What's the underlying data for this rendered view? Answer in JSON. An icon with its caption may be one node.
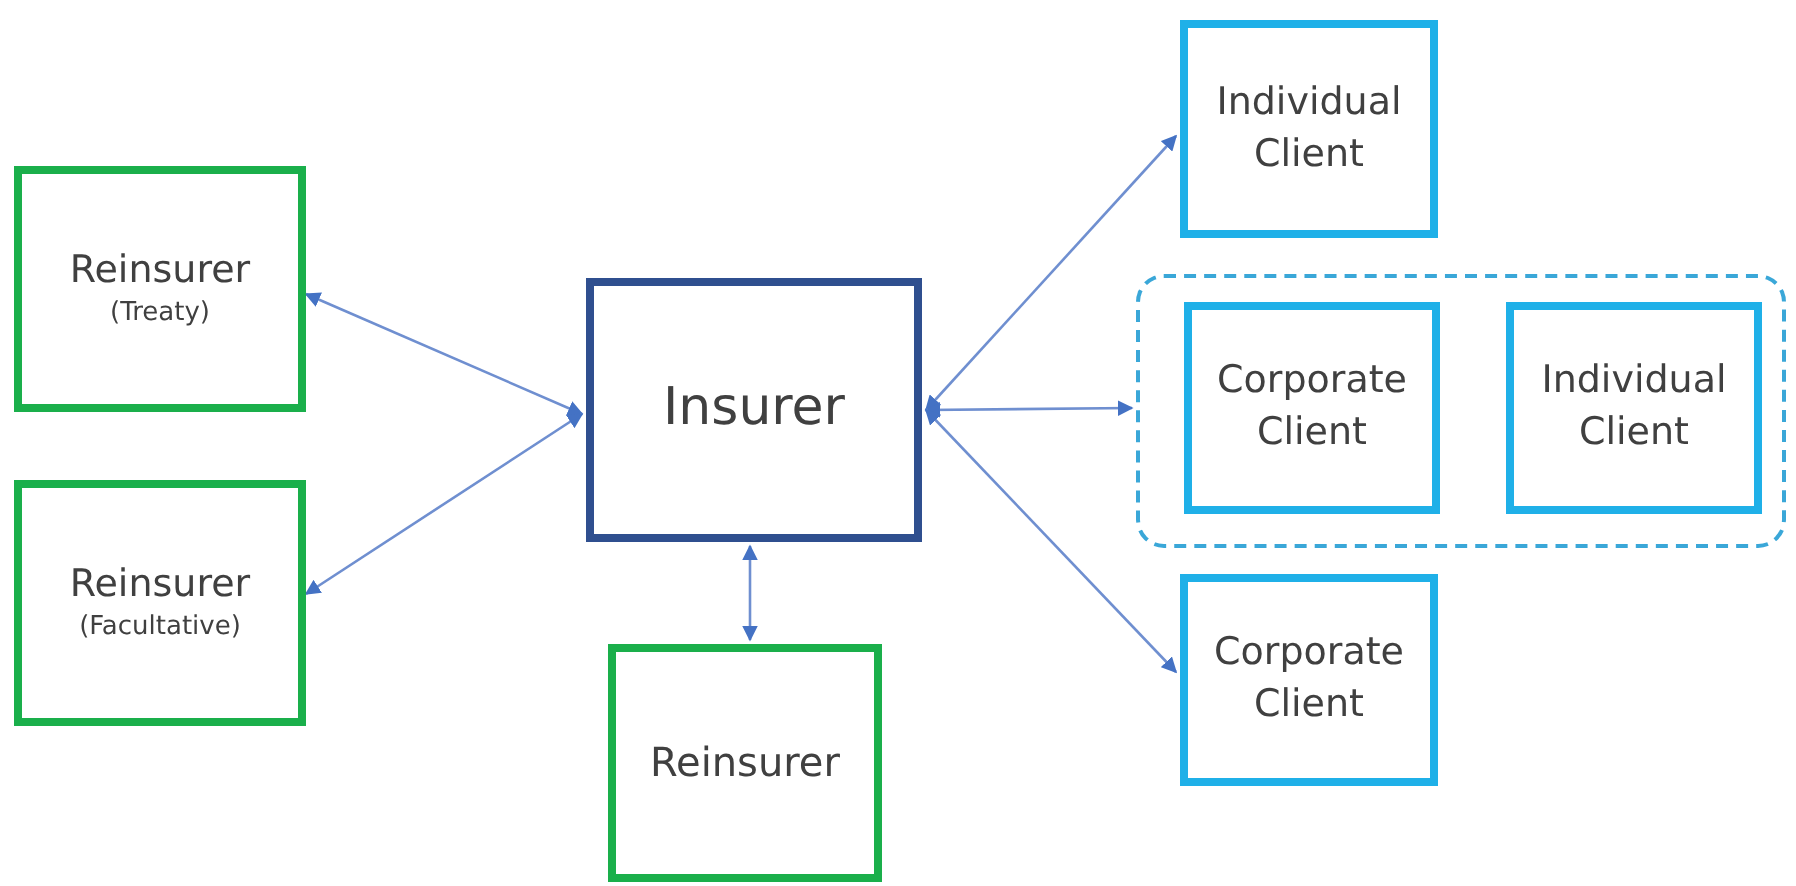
{
  "diagram": {
    "nodes": [
      {
        "text": [
          "Reinsurer",
          "(Treaty)"
        ]
      },
      {
        "text": [
          "Reinsurer",
          "(Facultative)"
        ]
      },
      {
        "text": [
          "Insurer"
        ]
      },
      {
        "text": [
          "Reinsurer"
        ]
      },
      {
        "text": [
          "Individual Client"
        ]
      },
      {
        "text": [],
        "shape": "box"
      },
      {
        "text": [
          "Corporate Client"
        ],
        "in": 5
      },
      {
        "text": [
          "Individual Client"
        ],
        "in": 5
      },
      {
        "text": [
          "Corporate Client"
        ]
      }
    ],
    "edges": [
      {
        "from": 0,
        "to": 2,
        "arrow": "both"
      },
      {
        "from": 1,
        "to": 2,
        "arrow": "both"
      },
      {
        "from": 2,
        "to": 3,
        "arrow": "both"
      },
      {
        "from": 2,
        "to": 4,
        "arrow": "both"
      },
      {
        "from": 2,
        "to": 5,
        "arrow": "both"
      },
      {
        "from": 2,
        "to": 8,
        "arrow": "both"
      }
    ]
  }
}
